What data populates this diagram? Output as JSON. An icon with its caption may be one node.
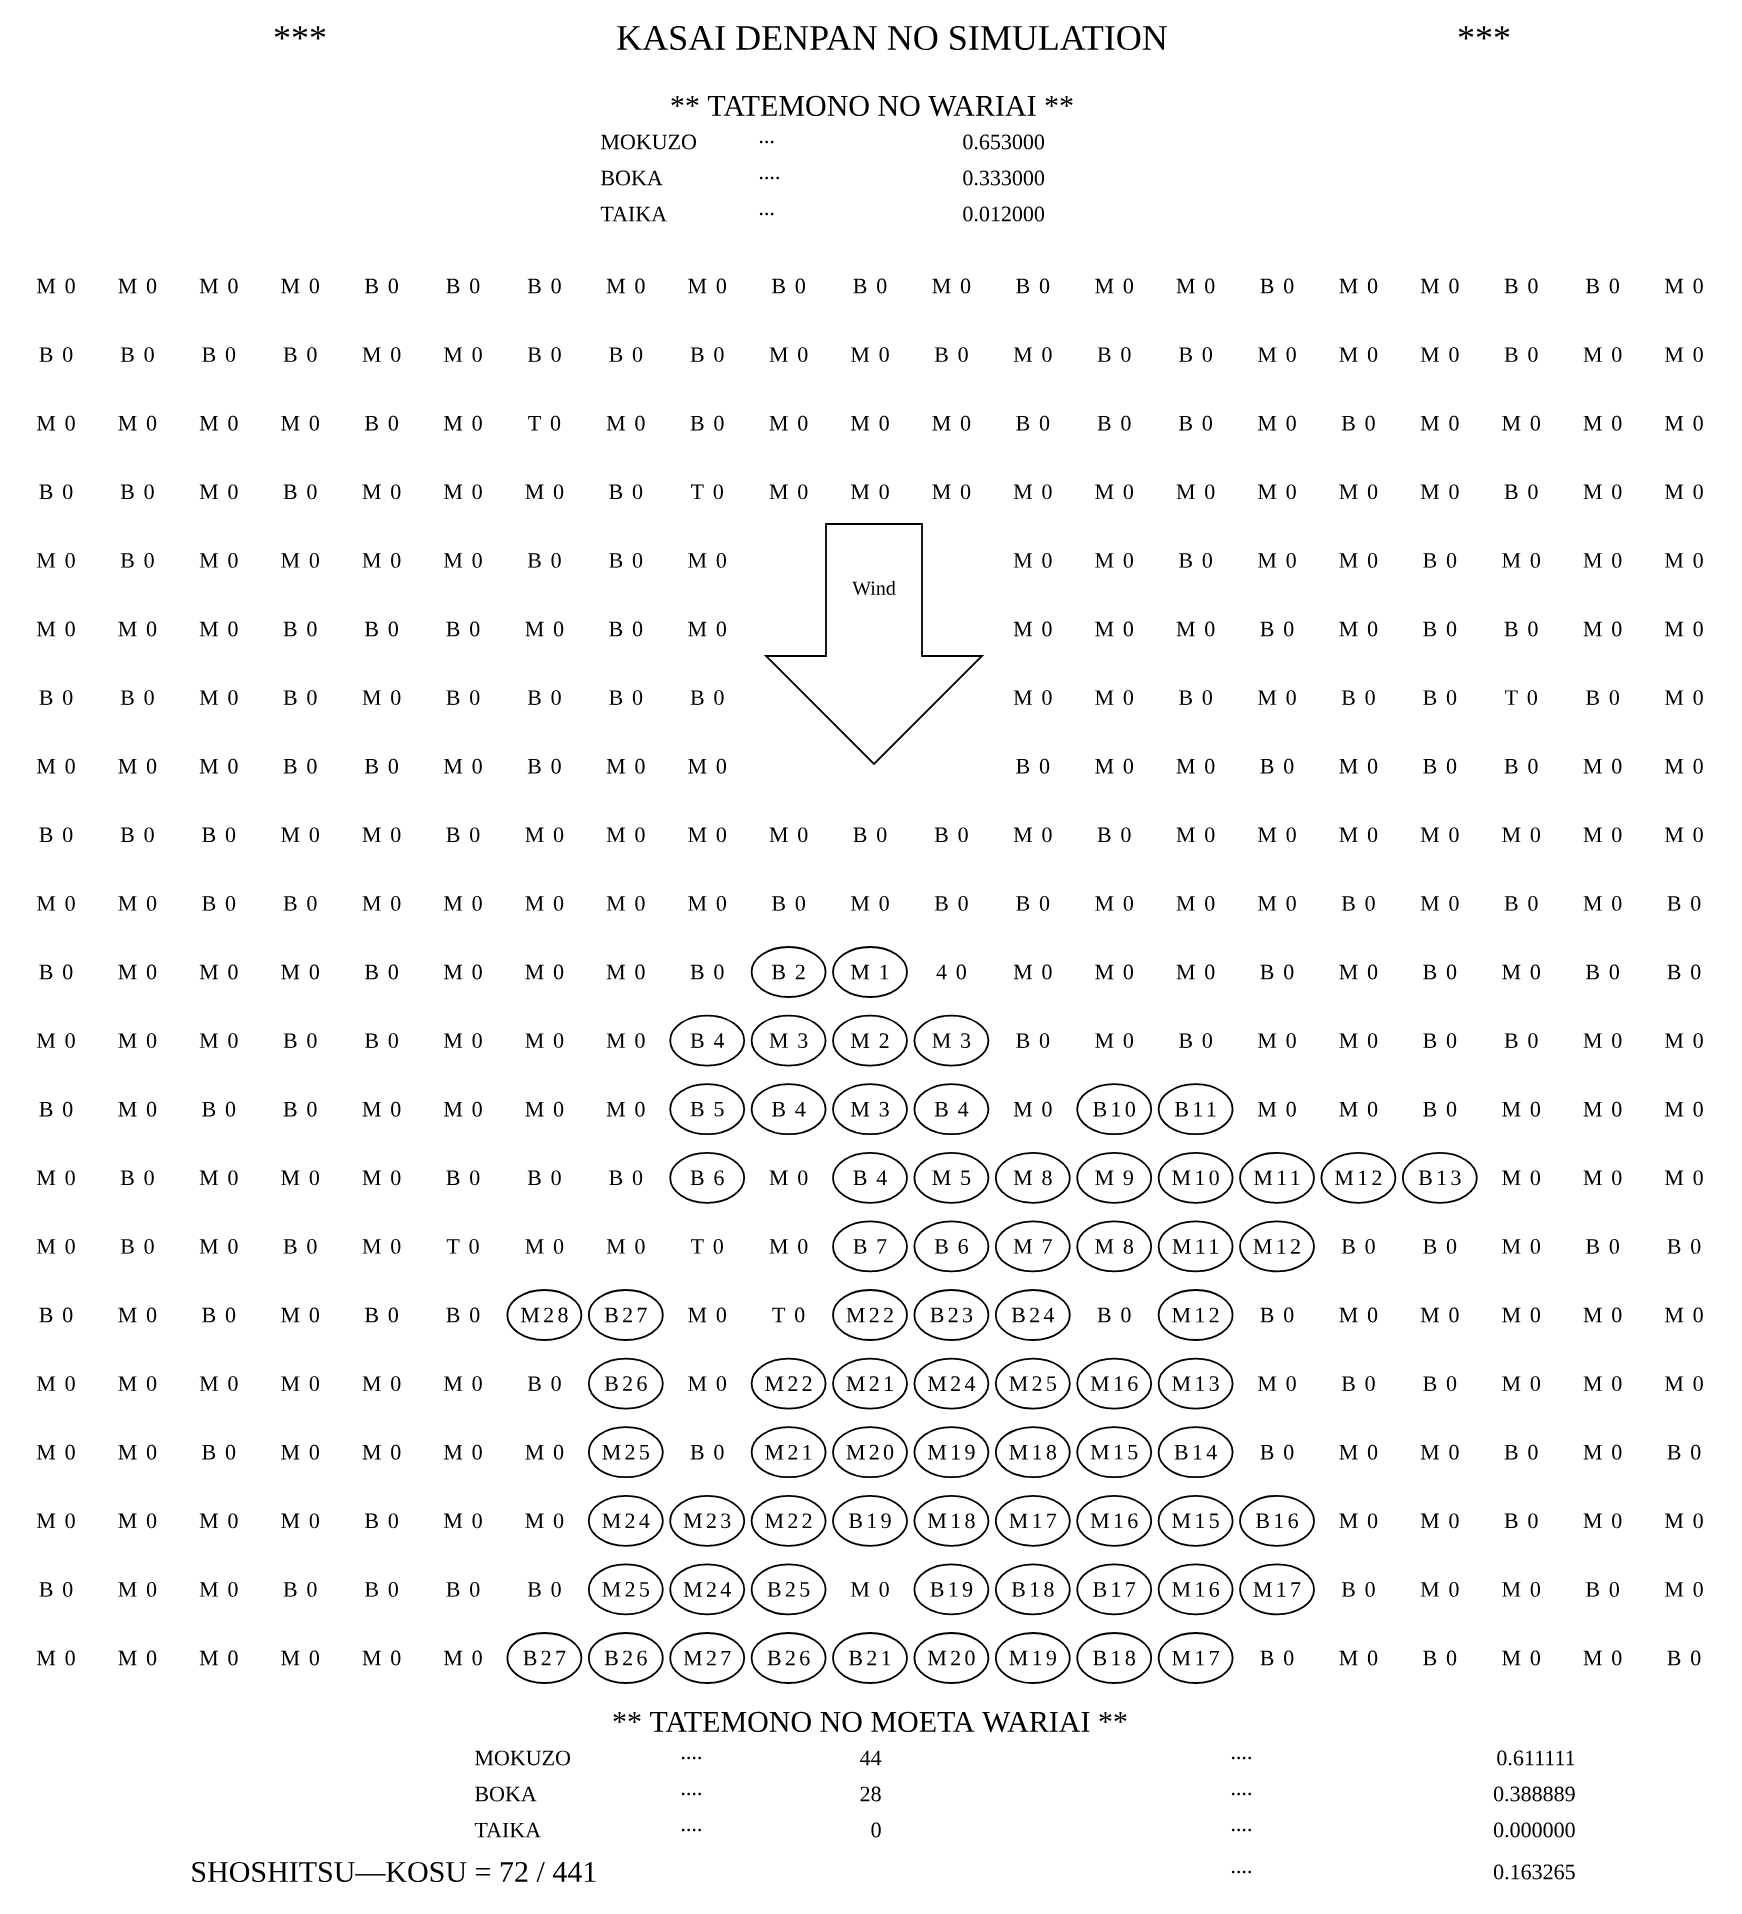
{
  "diagram": {
    "title": "KASAI DENPAN NO SIMULATION",
    "nodes": [
      {
        "text": [
          "Wind"
        ]
      },
      {
        "text": [
          "B 2"
        ]
      },
      {
        "text": [
          "M 1"
        ]
      },
      {
        "text": [
          "B 4"
        ]
      },
      {
        "text": [
          "M 3"
        ]
      },
      {
        "text": [
          "M 2"
        ]
      },
      {
        "text": [
          "M 3"
        ]
      },
      {
        "text": [
          "B 5"
        ]
      },
      {
        "text": [
          "B 4"
        ]
      },
      {
        "text": [
          "M 3"
        ]
      },
      {
        "text": [
          "B 4"
        ]
      },
      {
        "text": [
          "B10"
        ]
      },
      {
        "text": [
          "B11"
        ]
      },
      {
        "text": [
          "B 6"
        ]
      },
      {
        "text": [
          "B 4"
        ]
      },
      {
        "text": [
          "M 5"
        ]
      },
      {
        "text": [
          "M 8"
        ]
      },
      {
        "text": [
          "M 9"
        ]
      },
      {
        "text": [
          "M10"
        ]
      },
      {
        "text": [
          "M11"
        ]
      },
      {
        "text": [
          "M12"
        ]
      },
      {
        "text": [
          "B13"
        ]
      },
      {
        "text": [
          "B 7"
        ]
      },
      {
        "text": [
          "B 6"
        ]
      },
      {
        "text": [
          "M 7"
        ]
      },
      {
        "text": [
          "M 8"
        ]
      },
      {
        "text": [
          "M11"
        ]
      },
      {
        "text": [
          "M12"
        ]
      },
      {
        "text": [
          "M28"
        ]
      },
      {
        "text": [
          "B27"
        ]
      },
      {
        "text": [
          "M22"
        ]
      },
      {
        "text": [
          "B23"
        ]
      },
      {
        "text": [
          "B24"
        ]
      },
      {
        "text": [
          "M12"
        ]
      },
      {
        "text": [
          "B26"
        ]
      },
      {
        "text": [
          "M22"
        ]
      },
      {
        "text": [
          "M21"
        ]
      },
      {
        "text": [
          "M24"
        ]
      },
      {
        "text": [
          "M25"
        ]
      },
      {
        "text": [
          "M16"
        ]
      },
      {
        "text": [
          "M13"
        ]
      },
      {
        "text": [
          "M25"
        ]
      },
      {
        "text": [
          "M21"
        ]
      },
      {
        "text": [
          "M20"
        ]
      },
      {
        "text": [
          "M19"
        ]
      },
      {
        "text": [
          "M18"
        ]
      },
      {
        "text": [
          "M15"
        ]
      },
      {
        "text": [
          "B14"
        ]
      },
      {
        "text": [
          "M24"
        ]
      },
      {
        "text": [
          "M23"
        ]
      },
      {
        "text": [
          "M22"
        ]
      },
      {
        "text": [
          "B19"
        ]
      },
      {
        "text": [
          "M18"
        ]
      },
      {
        "text": [
          "M17"
        ]
      },
      {
        "text": [
          "M16"
        ]
      },
      {
        "text": [
          "M15"
        ]
      },
      {
        "text": [
          "B16"
        ]
      },
      {
        "text": [
          "M25"
        ]
      },
      {
        "text": [
          "M24"
        ]
      },
      {
        "text": [
          "B25"
        ]
      },
      {
        "text": [
          "B19"
        ]
      },
      {
        "text": [
          "B18"
        ]
      },
      {
        "text": [
          "B17"
        ]
      },
      {
        "text": [
          "M16"
        ]
      },
      {
        "text": [
          "M17"
        ]
      },
      {
        "text": [
          "B27"
        ]
      },
      {
        "text": [
          "B26"
        ]
      },
      {
        "text": [
          "M27"
        ]
      },
      {
        "text": [
          "B26"
        ]
      },
      {
        "text": [
          "B21"
        ]
      },
      {
        "text": [
          "M20"
        ]
      },
      {
        "text": [
          "M19"
        ]
      },
      {
        "text": [
          "B18"
        ]
      },
      {
        "text": [
          "M17"
        ]
      }
    ],
    "labels": [
      "***",
      "***",
      "** TATEMONO NO WARIAI **",
      "MOKUZO",
      "...",
      "0.653000",
      "BOKA",
      "....",
      "0.333000",
      "TAIKA",
      "...",
      "0.012000",
      "M 0",
      "M 0",
      "M 0",
      "M 0",
      "B 0",
      "B 0",
      "B 0",
      "M 0",
      "M 0",
      "B 0",
      "B 0",
      "M 0",
      "B 0",
      "M 0",
      "M 0",
      "B 0",
      "M 0",
      "M 0",
      "B 0",
      "B 0",
      "M 0",
      "B 0",
      "B 0",
      "B 0",
      "B 0",
      "M 0",
      "M 0",
      "B 0",
      "B 0",
      "B 0",
      "M 0",
      "M 0",
      "B 0",
      "M 0",
      "B 0",
      "B 0",
      "M 0",
      "M 0",
      "M 0",
      "B 0",
      "M 0",
      "M 0",
      "M 0",
      "M 0",
      "M 0",
      "M 0",
      "B 0",
      "M 0",
      "T 0",
      "M 0",
      "B 0",
      "M 0",
      "M 0",
      "M 0",
      "B 0",
      "B 0",
      "B 0",
      "M 0",
      "B 0",
      "M 0",
      "M 0",
      "M 0",
      "M 0",
      "B 0",
      "B 0",
      "M 0",
      "B 0",
      "M 0",
      "M 0",
      "M 0",
      "B 0",
      "T 0",
      "M 0",
      "M 0",
      "M 0",
      "M 0",
      "M 0",
      "M 0",
      "M 0",
      "M 0",
      "M 0",
      "B 0",
      "M 0",
      "M 0",
      "M 0",
      "B 0",
      "M 0",
      "M 0",
      "M 0",
      "M 0",
      "B 0",
      "B 0",
      "M 0",
      "M 0",
      "M 0",
      "B 0",
      "M 0",
      "M 0",
      "B 0",
      "M 0",
      "M 0",
      "M 0",
      "M 0",
      "M 0",
      "M 0",
      "B 0",
      "B 0",
      "B 0",
      "M 0",
      "B 0",
      "M 0",
      "M 0",
      "M 0",
      "M 0",
      "B 0",
      "M 0",
      "B 0",
      "B 0",
      "M 0",
      "M 0",
      "B 0",
      "B 0",
      "M 0",
      "B 0",
      "M 0",
      "B 0",
      "B 0",
      "B 0",
      "B 0",
      "M 0",
      "M 0",
      "B 0",
      "M 0",
      "B 0",
      "B 0",
      "T 0",
      "B 0",
      "M 0",
      "M 0",
      "M 0",
      "M 0",
      "B 0",
      "B 0",
      "M 0",
      "B 0",
      "M 0",
      "M 0",
      "B 0",
      "M 0",
      "M 0",
      "B 0",
      "M 0",
      "B 0",
      "B 0",
      "M 0",
      "M 0",
      "B 0",
      "B 0",
      "B 0",
      "M 0",
      "M 0",
      "B 0",
      "M 0",
      "M 0",
      "M 0",
      "M 0",
      "B 0",
      "B 0",
      "M 0",
      "B 0",
      "M 0",
      "M 0",
      "M 0",
      "M 0",
      "M 0",
      "M 0",
      "M 0",
      "M 0",
      "M 0",
      "B 0",
      "B 0",
      "M 0",
      "M 0",
      "M 0",
      "M 0",
      "M 0",
      "B 0",
      "M 0",
      "B 0",
      "B 0",
      "M 0",
      "M 0",
      "M 0",
      "B 0",
      "M 0",
      "B 0",
      "M 0",
      "B 0",
      "B 0",
      "M 0",
      "M 0",
      "M 0",
      "B 0",
      "M 0",
      "M 0",
      "M 0",
      "B 0",
      "4 0",
      "M 0",
      "M 0",
      "M 0",
      "B 0",
      "M 0",
      "B 0",
      "M 0",
      "B 0",
      "B 0",
      "M 0",
      "M 0",
      "M 0",
      "B 0",
      "B 0",
      "M 0",
      "M 0",
      "M 0",
      "B 0",
      "M 0",
      "B 0",
      "M 0",
      "M 0",
      "B 0",
      "B 0",
      "M 0",
      "M 0",
      "B 0",
      "M 0",
      "B 0",
      "B 0",
      "M 0",
      "M 0",
      "M 0",
      "M 0",
      "M 0",
      "M 0",
      "M 0",
      "B 0",
      "M 0",
      "M 0",
      "M 0",
      "M 0",
      "B 0",
      "M 0",
      "M 0",
      "M 0",
      "B 0",
      "B 0",
      "B 0",
      "M 0",
      "M 0",
      "M 0",
      "M 0",
      "M 0",
      "B 0",
      "M 0",
      "B 0",
      "M 0",
      "T 0",
      "M 0",
      "M 0",
      "T 0",
      "M 0",
      "B 0",
      "B 0",
      "M 0",
      "B 0",
      "B 0",
      "B 0",
      "M 0",
      "B 0",
      "M 0",
      "B 0",
      "B 0",
      "M 0",
      "T 0",
      "B 0",
      "B 0",
      "M 0",
      "M 0",
      "M 0",
      "M 0",
      "M 0",
      "M 0",
      "M 0",
      "M 0",
      "M 0",
      "M 0",
      "M 0",
      "B 0",
      "M 0",
      "M 0",
      "B 0",
      "B 0",
      "M 0",
      "M 0",
      "M 0",
      "M 0",
      "M 0",
      "B 0",
      "M 0",
      "M 0",
      "M 0",
      "M 0",
      "B 0",
      "B 0",
      "M 0",
      "M 0",
      "B 0",
      "M 0",
      "B 0",
      "M 0",
      "M 0",
      "M 0",
      "M 0",
      "B 0",
      "M 0",
      "M 0",
      "M 0",
      "M 0",
      "B 0",
      "M 0",
      "M 0",
      "B 0",
      "M 0",
      "M 0",
      "B 0",
      "B 0",
      "B 0",
      "B 0",
      "M 0",
      "B 0",
      "M 0",
      "M 0",
      "B 0",
      "M 0",
      "M 0",
      "M 0",
      "M 0",
      "M 0",
      "M 0",
      "M 0",
      "B 0",
      "M 0",
      "B 0",
      "M 0",
      "M 0",
      "B 0",
      "** TATEMONO NO MOETA WARIAI **",
      "MOKUZO",
      "....",
      "44",
      "....",
      "0.611111",
      "BOKA",
      "....",
      "28",
      "....",
      "0.388889",
      "TAIKA",
      "....",
      "0",
      "....",
      "0.000000",
      "SHOSHITSU—KOSU = 72 / 441",
      "....",
      "0.163265"
    ]
  }
}
